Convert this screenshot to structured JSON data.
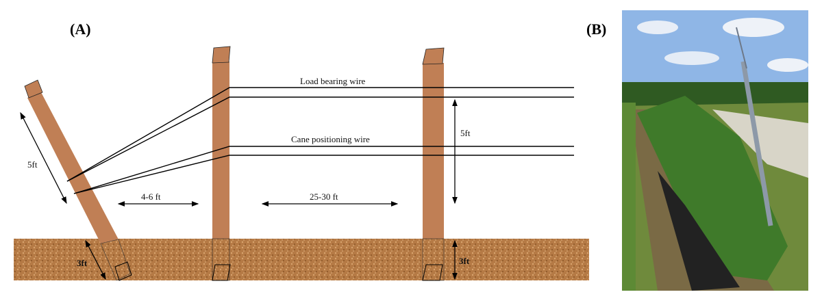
{
  "panels": {
    "a": "(A)",
    "b": "(B)"
  },
  "wires": {
    "load_bearing": "Load bearing wire",
    "cane_positioning": "Cane positioning wire"
  },
  "dimensions": {
    "brace_length": "5ft",
    "brace_depth": "3ft",
    "brace_spacing": "4-6 ft",
    "post_spacing": "25-30 ft",
    "post_height": "5ft",
    "post_depth": "3ft"
  },
  "colors": {
    "post": "#c07f55",
    "soil": "#b57a45",
    "sky": "#8fb6e6",
    "foliage": "#3f7a2a"
  }
}
